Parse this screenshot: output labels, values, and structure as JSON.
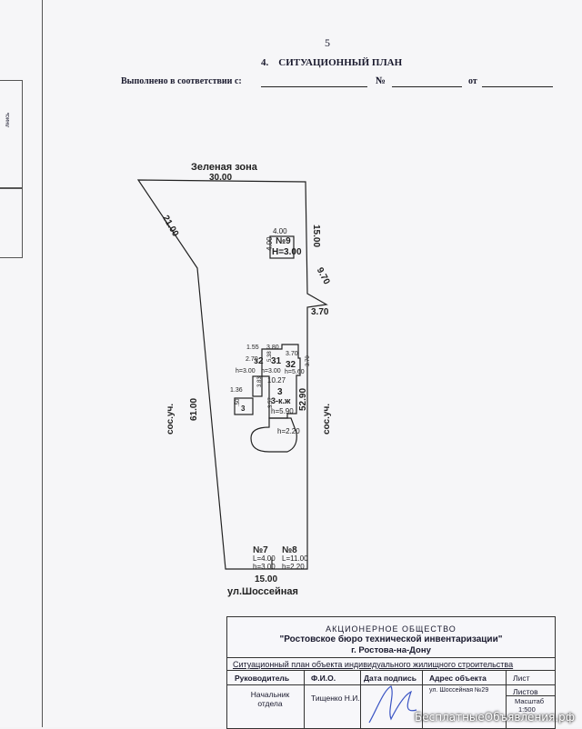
{
  "page": {
    "number": "5",
    "section_title": "4.    СИТУАЦИОННЫЙ ПЛАН",
    "compliance_label": "Выполнено в соответствии с:",
    "number_sign": "№",
    "from_label": "от",
    "margin_text": "лнись"
  },
  "plan": {
    "green_zone": "Зеленая зона",
    "dims": {
      "top": "30.00",
      "left_diag": "21.00",
      "right_upper": "15.00",
      "right_diag": "9.70",
      "step": "3.70",
      "left_long": "61.00",
      "right_long": "52.90",
      "bottom": "15.00"
    },
    "neighbor_left": "сос.уч.",
    "neighbor_right": "сос.уч.",
    "street": "ул.Шоссейная",
    "bldg9": {
      "w": "4.00",
      "d": "4.00",
      "name": "№9",
      "h": "Н=3.00"
    },
    "main": {
      "d1": "1.55",
      "d2": "3.80",
      "d3": "2.70",
      "d4": "5.38",
      "d5": "3.70",
      "d6": "3.70",
      "l32a": "з2",
      "l31": "31",
      "l32b": "32",
      "h1": "h=3.00",
      "h2": "h=3.00",
      "h3": "h=5.60",
      "width": "10.27",
      "d7": "1.36",
      "d8": "3.83",
      "d9": "3.57",
      "d10": ".50",
      "lit": "3",
      "lit2": "3",
      "type": "3-к.ж",
      "h_main": "h=5.90",
      "h_round": "h=2.20"
    },
    "bldg7": {
      "name": "№7",
      "l": "L=4.00",
      "h": "h=3.00"
    },
    "bldg8": {
      "name": "№8",
      "l": "L=11.00",
      "h": "h=2.20"
    }
  },
  "stamp": {
    "org_type": "АКЦИОНЕРНОЕ   ОБЩЕСТВО",
    "org_name": "\"Ростовское бюро технической инвентаризации\"",
    "city": "г. Ростова-на-Дону",
    "doc_title": "Ситуационный  план объекта индивидуального жилищного строительства",
    "h_head": "Руководитель",
    "h_fio": "Ф.И.О.",
    "h_date": "Дата подпись",
    "h_addr": "Адрес объекта",
    "h_sheet": "Лист",
    "dept": "Начальник отдела",
    "fio": "Тищенко Н.И.",
    "address": "ул. Шоссейная №29",
    "sheets": "Листов",
    "scale_label": "Масштаб",
    "scale": "1:500"
  },
  "watermark": "БесплатныеОбъявления.рф"
}
